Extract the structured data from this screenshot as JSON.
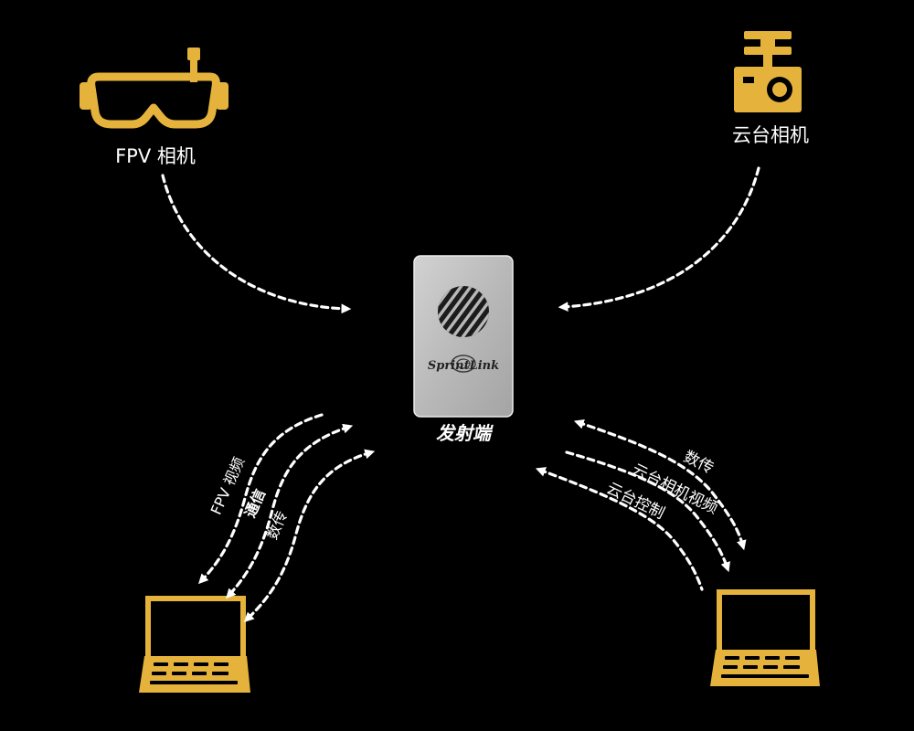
{
  "nodes": {
    "fpv_camera": {
      "label": "FPV 相机",
      "icon": "vr-goggles-icon"
    },
    "gimbal_camera": {
      "label": "云台相机",
      "icon": "gimbal-camera-icon"
    },
    "transmitter": {
      "label": "发射端",
      "brand": "SprintLink",
      "icon": "transmitter-device"
    },
    "laptop_left": {
      "icon": "laptop-icon"
    },
    "laptop_right": {
      "icon": "laptop-icon"
    }
  },
  "flows": {
    "left": {
      "fpv_video": "FPV 视频",
      "comm": "通信",
      "data": "数传"
    },
    "right": {
      "data": "数传",
      "gimbal_video": "云台相机视频",
      "gimbal_control": "云台控制"
    }
  },
  "colors": {
    "background": "#000000",
    "icon": "#e5b33c",
    "arrow": "#ffffff"
  }
}
